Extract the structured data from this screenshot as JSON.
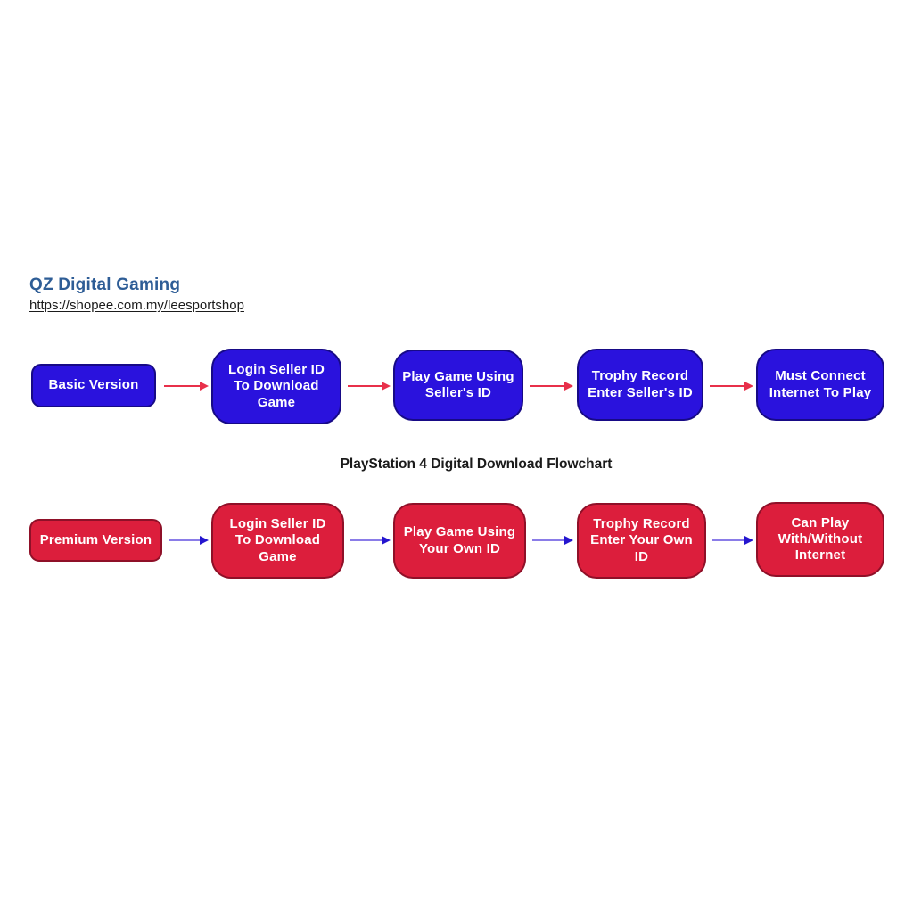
{
  "header": {
    "title": "QZ Digital Gaming",
    "url": "https://shopee.com.my/leesportshop"
  },
  "caption": "PlayStation 4 Digital Download Flowchart",
  "colors": {
    "title_blue": "#2e5d96",
    "text_dark": "#1b1b1b",
    "box_text": "#ffffff",
    "box_blue": "#2a12dd",
    "box_blue_border": "#170a86",
    "box_red": "#dc1e3c",
    "box_red_border": "#8f1028",
    "arrow_red": "#e8304a",
    "arrow_blue_line": "#8a7ce8",
    "arrow_blue_head": "#2415cf"
  },
  "rows": [
    {
      "name": "Basic Version flow",
      "nodes": [
        {
          "label": "Basic Version"
        },
        {
          "label": "Login Seller ID\nTo Download\nGame"
        },
        {
          "label": "Play Game Using\nSeller's ID"
        },
        {
          "label": "Trophy Record\nEnter Seller's ID"
        },
        {
          "label": "Must Connect\nInternet To Play"
        }
      ]
    },
    {
      "name": "Premium Version flow",
      "nodes": [
        {
          "label": "Premium Version"
        },
        {
          "label": "Login Seller ID\nTo Download\nGame"
        },
        {
          "label": "Play Game Using\nYour Own ID"
        },
        {
          "label": "Trophy Record\nEnter Your Own\nID"
        },
        {
          "label": "Can Play\nWith/Without\nInternet"
        }
      ]
    }
  ]
}
